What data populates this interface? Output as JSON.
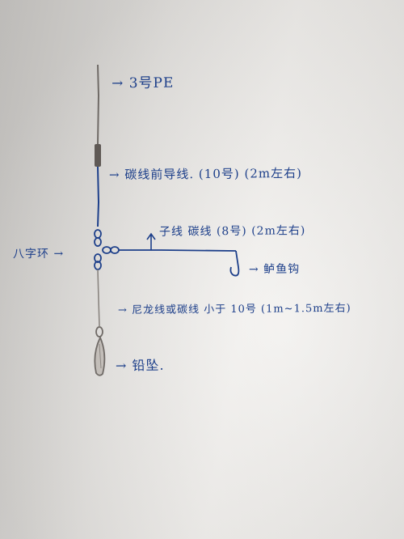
{
  "labels": {
    "pe_line": "→ 3号PE",
    "leader_line": "→ 碳线前导线. (10号) (2m左右)",
    "branch_line": "子线   碳线 (8号) (2m左右)",
    "swivel": "八字环 →",
    "hook": "→ 鲈鱼钩",
    "bottom_line": "→ 尼龙线或碳线 小于 10号 (1m~1.5m左右)",
    "sinker": "→ 铅坠."
  },
  "colors": {
    "ink": "#1d3f8a",
    "pencil": "#6f6a66"
  }
}
